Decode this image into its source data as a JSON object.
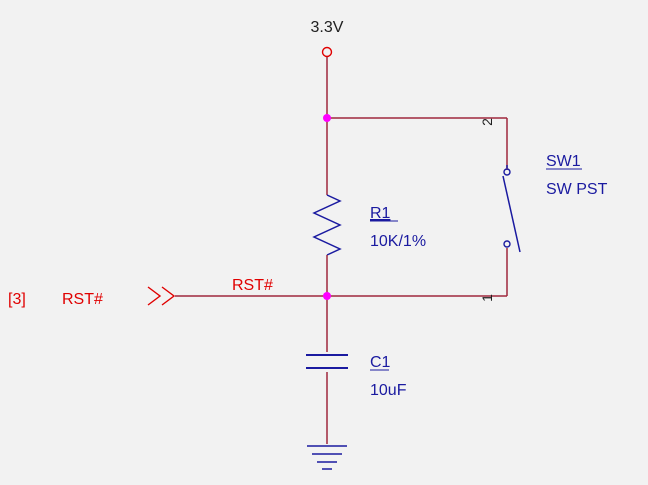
{
  "power": {
    "label": "3.3V"
  },
  "resistor": {
    "ref": "R1",
    "value": "10K/1%"
  },
  "capacitor": {
    "ref": "C1",
    "value": "10uF"
  },
  "switch": {
    "ref": "SW1",
    "value": "SW PST",
    "pin_top": "2",
    "pin_bottom": "1"
  },
  "port": {
    "page_ref": "[3]",
    "name": "RST#"
  },
  "net": {
    "label": "RST#"
  },
  "colors": {
    "wire": "#a0283c",
    "part": "#1a1aa0",
    "junction": "#ff00ff",
    "text_red": "#e00000",
    "text_blue": "#1a1aa0",
    "text_dark": "#202020",
    "background": "#f2f2f2"
  }
}
